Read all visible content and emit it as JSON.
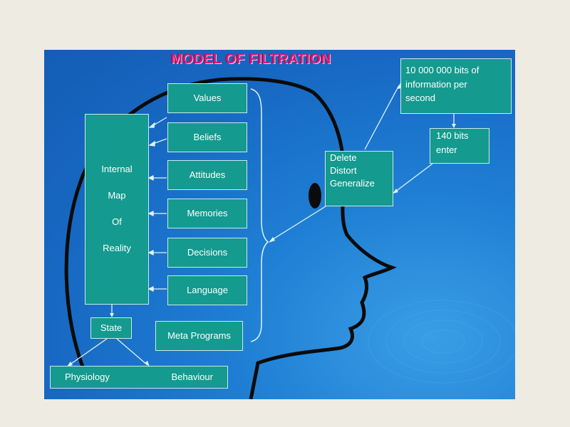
{
  "title": "MODEL OF FILTRATION",
  "internal_map": [
    "Internal",
    "Map",
    "Of",
    "Reality"
  ],
  "filters": [
    "Values",
    "Beliefs",
    "Attitudes",
    "Memories",
    "Decisions",
    "Language",
    "Meta Programs"
  ],
  "process": [
    "Delete",
    "Distort",
    "Generalize"
  ],
  "input_info": [
    "10 000 000 bits of",
    "information per",
    "second"
  ],
  "bits_enter": [
    "140 bits",
    "enter"
  ],
  "state": "State",
  "outputs": [
    "Physiology",
    "Behaviour"
  ],
  "colors": {
    "background": "#1f7fd4",
    "box": "#149a8e",
    "title": "#d6197a",
    "head_outline": "#0b0b0b",
    "connector": "#dff4f7"
  }
}
